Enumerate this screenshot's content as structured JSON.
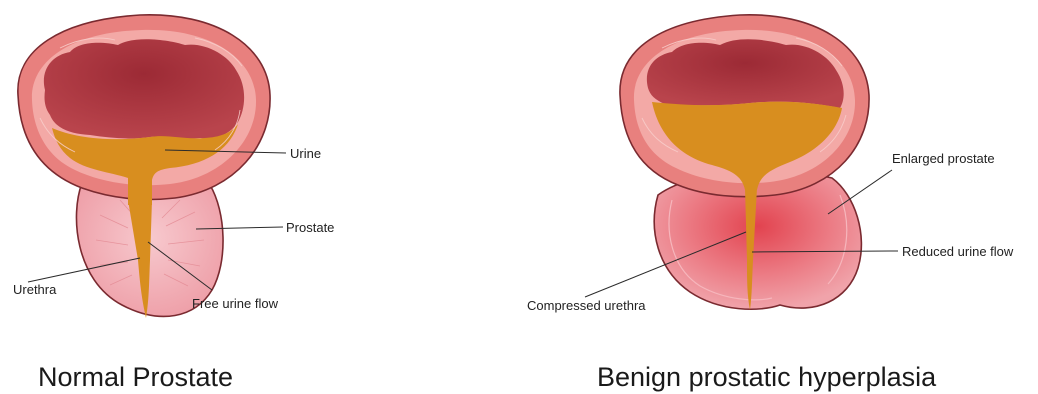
{
  "panels": {
    "normal": {
      "caption": "Normal Prostate",
      "labels": {
        "urine": "Urine",
        "prostate": "Prostate",
        "urethra": "Urethra",
        "flow": "Free urine flow"
      }
    },
    "bph": {
      "caption": "Benign prostatic hyperplasia",
      "labels": {
        "enlarged": "Enlarged prostate",
        "reduced_flow": "Reduced urine flow",
        "compressed": "Compressed urethra"
      }
    }
  },
  "colors": {
    "bladder_wall": "#e8807e",
    "bladder_lining": "#f3a9a6",
    "bladder_cavity": "#a8343e",
    "urine": "#d88e1f",
    "prostate_normal": "#f4b9c0",
    "prostate_enlarged": "#e7707a",
    "outline": "#7a2a30"
  }
}
